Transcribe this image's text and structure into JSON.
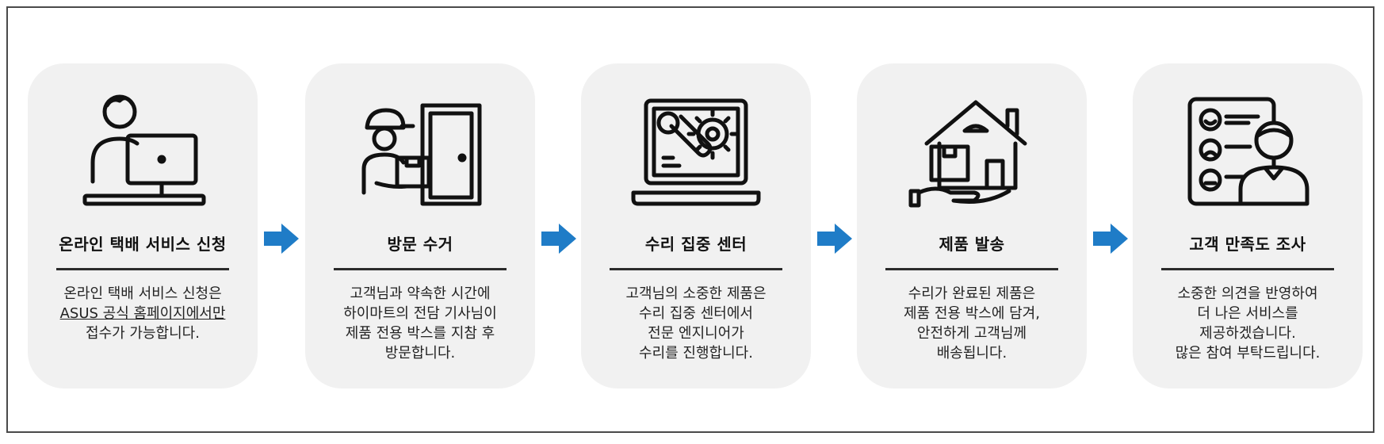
{
  "colors": {
    "arrow": "#1f7cc7",
    "card_bg": "#f1f1f1",
    "frame_border": "#4a4a4a"
  },
  "steps": [
    {
      "icon": "computer-user-icon",
      "title": "온라인 택배 서비스 신청",
      "desc": [
        "온라인 택배 서비스 신청은",
        "ASUS 공식 홈페이지에서만",
        "접수가 가능합니다."
      ]
    },
    {
      "icon": "delivery-person-icon",
      "title": "방문 수거",
      "desc": [
        "고객님과 약속한 시간에",
        "하이마트의 전담 기사님이",
        "제품 전용 박스를 지참 후",
        "방문합니다."
      ]
    },
    {
      "icon": "laptop-repair-icon",
      "title": "수리 집중 센터",
      "desc": [
        "고객님의 소중한 제품은",
        "수리 집중 센터에서",
        "전문 엔지니어가",
        "수리를 진행합니다."
      ]
    },
    {
      "icon": "home-delivery-icon",
      "title": "제품 발송",
      "desc": [
        "수리가 완료된 제품은",
        "제품 전용 박스에 담겨,",
        "안전하게 고객님께",
        "배송됩니다."
      ]
    },
    {
      "icon": "satisfaction-survey-icon",
      "title": "고객 만족도 조사",
      "desc": [
        "소중한 의견을 반영하여",
        "더 나은 서비스를",
        "제공하겠습니다.",
        "많은 참여 부탁드립니다."
      ]
    }
  ]
}
